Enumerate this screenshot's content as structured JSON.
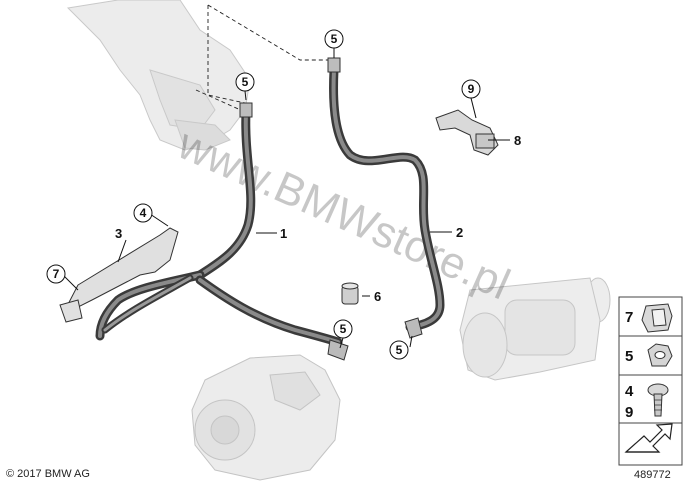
{
  "watermark": "www.BMWstore.pl",
  "footer": {
    "copyright": "© 2017 BMW AG",
    "diagram_id": "489772"
  },
  "callouts": {
    "c1": "1",
    "c2": "2",
    "c3": "3",
    "c4": "4",
    "c6": "6",
    "c7": "7",
    "c8": "8",
    "c9": "9",
    "c5a": "5",
    "c5b": "5",
    "c5c": "5",
    "c5d": "5"
  },
  "legend": {
    "p7": "7",
    "p5": "5",
    "p4": "4",
    "p9": "9"
  }
}
